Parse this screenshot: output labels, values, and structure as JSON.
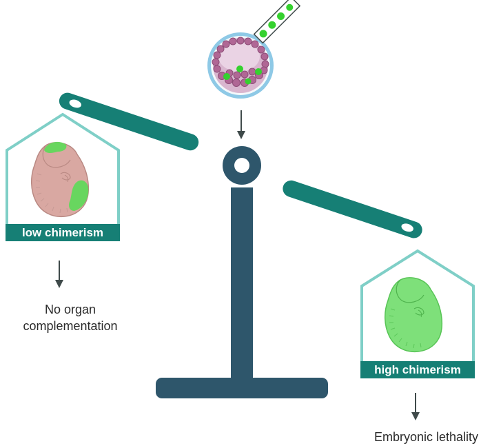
{
  "labels": {
    "low": "low chimerism",
    "high": "high chimerism"
  },
  "outcomes": {
    "left_line1": "No organ",
    "left_line2": "complementation",
    "right": "Embryonic lethality"
  },
  "colors": {
    "beam": "#167f75",
    "stand": "#2e566b",
    "house_outline": "#7fcfc7",
    "label_band": "#167f75",
    "arrow": "#3f4a4a",
    "embryo_pink": "#d9a8a2",
    "embryo_pink_outline": "#b98983",
    "embryo_green": "#7ee07a",
    "embryo_green_outline": "#58c456",
    "cells": "#35d12f",
    "blastocyst_ring": "#8ec9e6",
    "blastocyst_cells": "#b06795"
  },
  "icons": [
    "balance-scale",
    "blastocyst-icon",
    "injection-pipette-icon",
    "embryo-icon",
    "arrow-down-icon"
  ]
}
